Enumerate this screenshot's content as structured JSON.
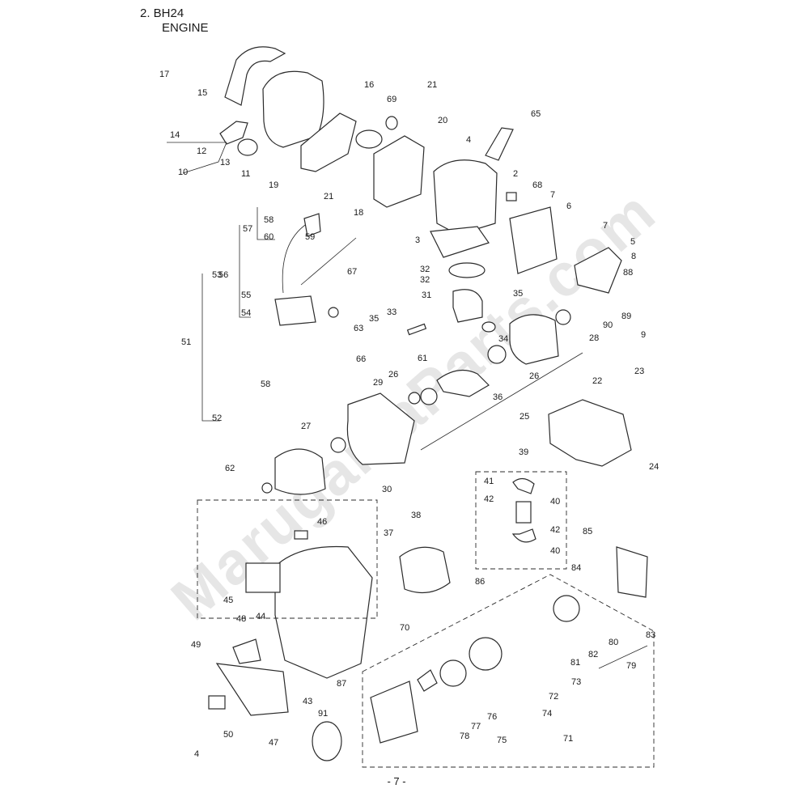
{
  "heading": {
    "number": "2. BH24",
    "subtitle": "ENGINE"
  },
  "watermark": "MarugamaParts.com",
  "page_number": "- 7 -",
  "callouts": [
    "17",
    "15",
    "16",
    "69",
    "21",
    "65",
    "14",
    "12",
    "13",
    "10",
    "11",
    "20",
    "4",
    "2",
    "68",
    "7",
    "6",
    "19",
    "21",
    "18",
    "57",
    "58",
    "60",
    "59",
    "3",
    "5",
    "7",
    "8",
    "56",
    "67",
    "32",
    "32",
    "53",
    "88",
    "55",
    "31",
    "35",
    "89",
    "54",
    "63",
    "33",
    "35",
    "34",
    "90",
    "9",
    "28",
    "51",
    "61",
    "26",
    "66",
    "58",
    "29",
    "26",
    "36",
    "22",
    "23",
    "25",
    "52",
    "27",
    "24",
    "30",
    "62",
    "39",
    "41",
    "40",
    "42",
    "42",
    "40",
    "38",
    "46",
    "37",
    "85",
    "86",
    "84",
    "45",
    "44",
    "83",
    "70",
    "48",
    "80",
    "82",
    "81",
    "79",
    "49",
    "87",
    "72",
    "73",
    "43",
    "74",
    "91",
    "76",
    "77",
    "75",
    "71",
    "50",
    "47",
    "78",
    "4"
  ]
}
